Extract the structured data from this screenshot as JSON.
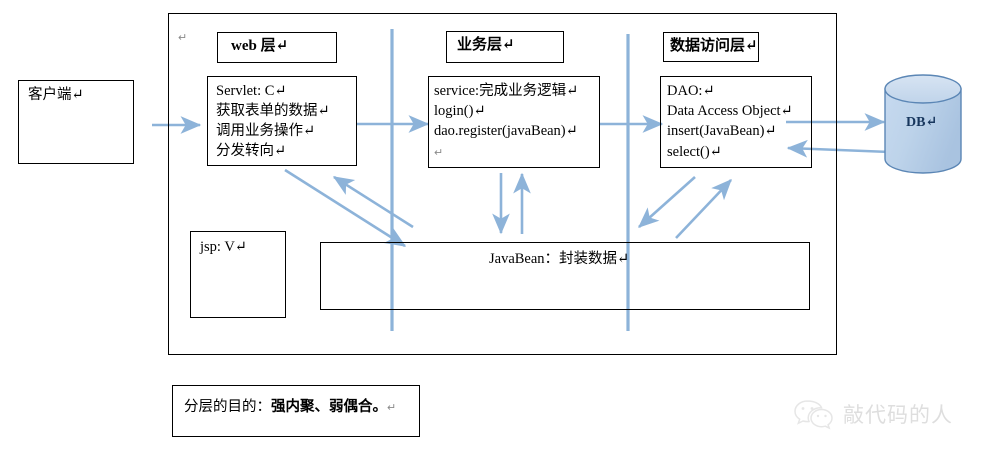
{
  "diagram": {
    "title_note": "JavaEE three-layer architecture diagram",
    "pilcrow": "↵",
    "client": {
      "label": "客户端↵"
    },
    "container": {
      "corner_mark": "↵"
    },
    "layers": [
      {
        "key": "web",
        "header": "web 层↵",
        "lines": [
          "Servlet: C↵",
          "获取表单的数据↵",
          "调用业务操作↵",
          "分发转向↵"
        ]
      },
      {
        "key": "service",
        "header": "业务层↵",
        "lines": [
          "service:完成业务逻辑↵",
          "login()↵",
          "dao.register(javaBean)↵",
          "↵"
        ]
      },
      {
        "key": "dao",
        "header": "数据访问层↵",
        "lines": [
          "DAO:↵",
          "Data Access Object↵",
          "insert(JavaBean)↵",
          "select()↵"
        ]
      }
    ],
    "jsp": {
      "label": "jsp: V↵"
    },
    "javabean": {
      "label": "JavaBean：封装数据↵"
    },
    "database": {
      "label": "DB↵"
    },
    "caption": {
      "prefix": "分层的目的：",
      "bold": "强内聚、弱偶合。",
      "suffix": "↵"
    },
    "watermark": {
      "icon": "wechat-icon",
      "text": "敲代码的人"
    },
    "colors": {
      "arrow": "#8db3d9",
      "box_border": "#000000",
      "db_fill_top": "#dce6f2",
      "db_fill_bottom": "#b8cce4",
      "db_border": "#5b86b5",
      "db_text": "#17365d",
      "text": "#000000",
      "watermark": "#b8b8b8"
    }
  }
}
